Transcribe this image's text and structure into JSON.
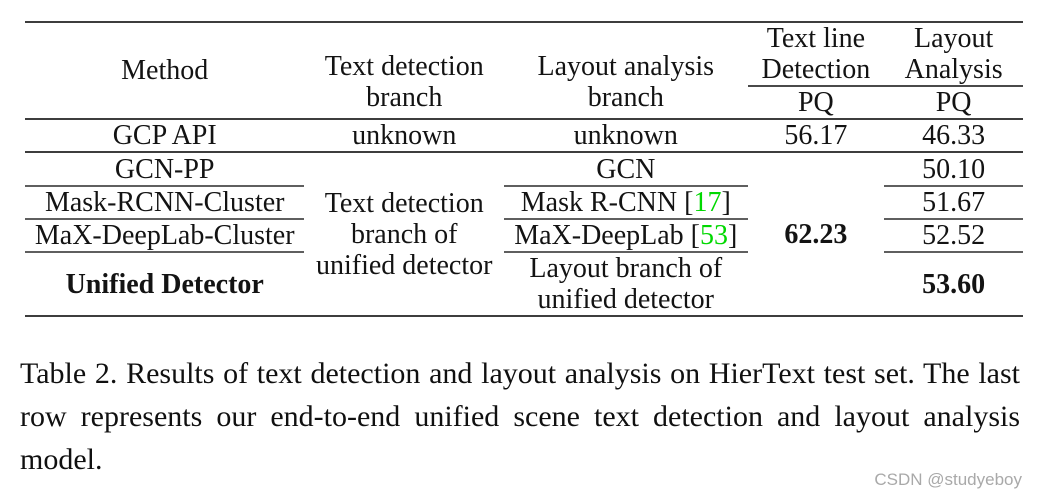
{
  "table": {
    "header": {
      "col1": "Method",
      "col2_l1": "Text detection",
      "col2_l2": "branch",
      "col3_l1": "Layout analysis",
      "col3_l2": "branch",
      "col4_l1": "Text line",
      "col4_l2": "Detection",
      "col4_sub": "PQ",
      "col5_l1": "Layout",
      "col5_l2": "Analysis",
      "col5_sub": "PQ"
    },
    "rows": [
      {
        "method": "GCP API",
        "td_branch": "unknown",
        "la_branch": "unknown",
        "tld_pq": "56.17",
        "la_pq": "46.33"
      },
      {
        "method": "GCN-PP",
        "la_branch": "GCN",
        "la_pq": "50.10"
      },
      {
        "method": "Mask-RCNN-Cluster",
        "la_prefix": "Mask R-CNN [",
        "la_cite": "17",
        "la_suffix": "]",
        "la_pq": "51.67"
      },
      {
        "method": "MaX-DeepLab-Cluster",
        "la_prefix": "MaX-DeepLab [",
        "la_cite": "53",
        "la_suffix": "]",
        "la_pq": "52.52"
      },
      {
        "method": "Unified Detector",
        "la_line1": "Layout branch of",
        "la_line2": "unified detector",
        "la_pq": "53.60"
      }
    ],
    "merged": {
      "td_line1": "Text detection",
      "td_line2": "branch of",
      "td_line3": "unified detector",
      "tld_pq": "62.23"
    }
  },
  "caption": {
    "text": "Table 2. Results of text detection and layout analysis on HierText test set. The last row represents our end-to-end unified scene text detection and layout analysis model."
  },
  "watermark": {
    "text": "CSDN @studyeboy"
  },
  "colors": {
    "citation_green": "#00d800",
    "rule_dark": "#3d3d3d",
    "rule_light": "#5f5f5f",
    "watermark_gray": "#a9a9a9",
    "text": "#131313"
  }
}
